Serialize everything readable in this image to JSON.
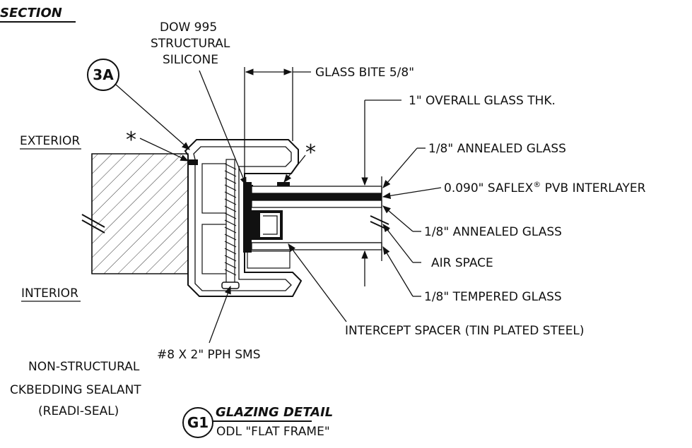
{
  "header": {
    "section_label": "SECTION"
  },
  "callouts": {
    "detail_ref": "3A",
    "asterisk": "*"
  },
  "labels": {
    "dow_line1": "DOW 995",
    "dow_line2": "STRUCTURAL",
    "dow_line3": "SILICONE",
    "glass_bite": "GLASS BITE 5/8\"",
    "overall_thk": "1\" OVERALL GLASS THK.",
    "exterior": "EXTERIOR",
    "interior": "INTERIOR",
    "annealed_top": "1/8\" ANNEALED GLASS",
    "saflex_pre": "0.090\" SAFLEX",
    "saflex_reg": "®",
    "saflex_post": " PVB INTERLAYER",
    "annealed_bottom": "1/8\" ANNEALED GLASS",
    "air_space": "AIR SPACE",
    "tempered": "1/8\" TEMPERED GLASS",
    "spacer": "INTERCEPT SPACER (TIN PLATED STEEL)",
    "screw": "#8 X 2\" PPH SMS",
    "sealant_line1": "NON-STRUCTURAL",
    "sealant_line2": "CKBEDDING SEALANT",
    "sealant_line3": "(READI-SEAL)"
  },
  "title_block": {
    "tag": "G1",
    "title": "GLAZING DETAIL",
    "subtitle": "ODL \"FLAT FRAME\""
  }
}
